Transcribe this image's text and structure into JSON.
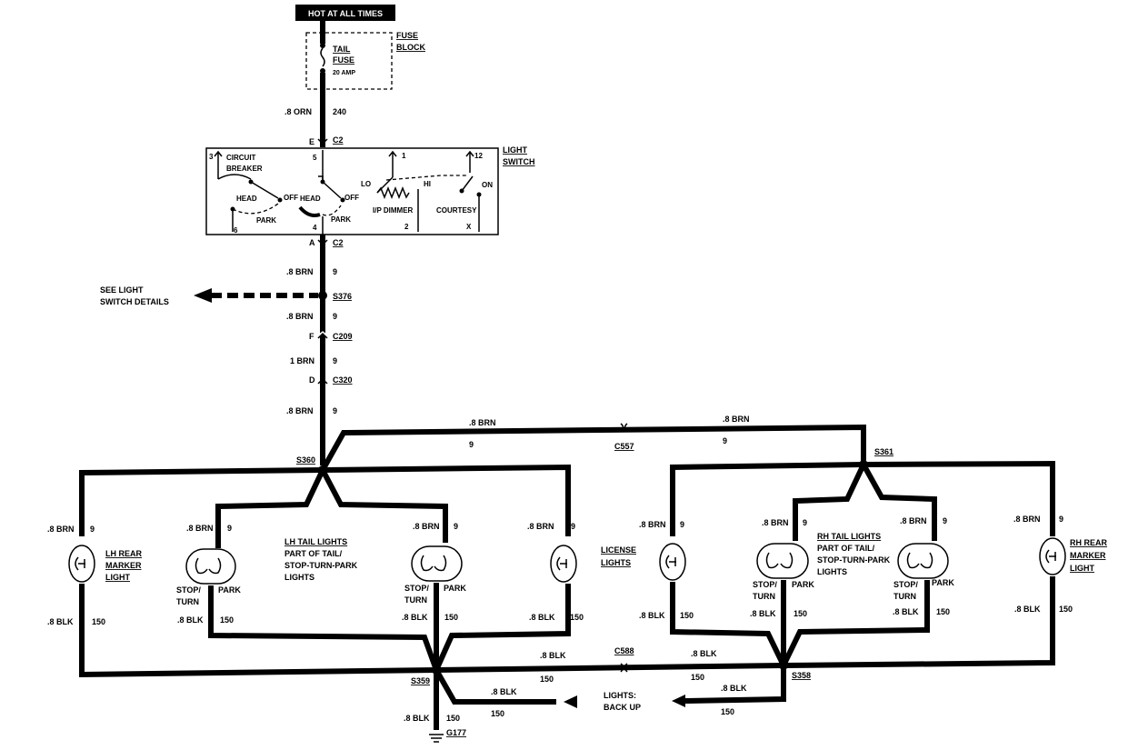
{
  "header": {
    "hot": "HOT AT ALL TIMES"
  },
  "fuse_block": {
    "line1": "FUSE",
    "line2": "BLOCK",
    "fuse_line1": "TAIL",
    "fuse_line2": "FUSE",
    "fuse_rating": "20 AMP"
  },
  "feed": {
    "wire": ".8 ORN",
    "circuit": "240",
    "pin_e": "E",
    "conn": "C2"
  },
  "light_switch": {
    "line1": "LIGHT",
    "line2": "SWITCH",
    "cb_line1": "CIRCUIT",
    "cb_line2": "BREAKER",
    "head1": "HEAD",
    "off1": "OFF",
    "park1": "PARK",
    "head2": "HEAD",
    "off2": "OFF",
    "park2": "PARK",
    "lo": "LO",
    "hi": "HI",
    "dimmer": "I/P DIMMER",
    "courtesy": "COURTESY",
    "on": "ON",
    "p3": "3",
    "p5": "5",
    "p1": "1",
    "p12": "12",
    "p6": "6",
    "p4": "4",
    "p2": "2",
    "px": "X",
    "pin_a": "A",
    "conn": "C2"
  },
  "trunk": {
    "w1": ".8 BRN",
    "c1": "9",
    "see_line1": "SEE LIGHT",
    "see_line2": "SWITCH DETAILS",
    "splice1": "S376",
    "w2": ".8 BRN",
    "c2": "9",
    "pin_f": "F",
    "conn_f": "C209",
    "w3": "1 BRN",
    "c3": "9",
    "pin_d": "D",
    "conn_d": "C320",
    "w4": ".8 BRN",
    "c4": "9"
  },
  "cross": {
    "w_left": ".8 BRN",
    "c_left": "9",
    "conn": "C557",
    "w_right": ".8 BRN",
    "c_right": "9"
  },
  "splices": {
    "s360": "S360",
    "s361": "S361",
    "s359": "S359",
    "s358": "S358",
    "ground": "G177"
  },
  "lh_marker": {
    "w_top": ".8 BRN",
    "c_top": "9",
    "line1": "LH REAR",
    "line2": "MARKER",
    "line3": "LIGHT",
    "w_bot": ".8 BLK",
    "c_bot": "150"
  },
  "lh_tail1": {
    "w_top": ".8 BRN",
    "c_top": "9",
    "stop1": "STOP/",
    "stop2": "TURN",
    "park": "PARK",
    "w_bot": ".8 BLK",
    "c_bot": "150"
  },
  "lh_tail_text": {
    "line1": "LH TAIL LIGHTS",
    "line2": "PART OF TAIL/",
    "line3": "STOP-TURN-PARK",
    "line4": "LIGHTS"
  },
  "lh_tail2": {
    "w_top": ".8 BRN",
    "c_top": "9",
    "stop1": "STOP/",
    "stop2": "TURN",
    "park": "PARK",
    "w_bot": ".8 BLK",
    "c_bot": "150"
  },
  "lic_left": {
    "w_top": ".8 BRN",
    "c_top": "9",
    "w_bot": ".8 BLK",
    "c_bot": "150"
  },
  "license": {
    "line1": "LICENSE",
    "line2": "LIGHTS"
  },
  "lic_right": {
    "w_top": ".8 BRN",
    "c_top": "9",
    "w_bot": ".8 BLK",
    "c_bot": "150"
  },
  "rh_tail1": {
    "w_top": ".8 BRN",
    "c_top": "9",
    "stop1": "STOP/",
    "stop2": "TURN",
    "park": "PARK",
    "w_bot": ".8 BLK",
    "c_bot": "150"
  },
  "rh_tail_text": {
    "line1": "RH TAIL LIGHTS",
    "line2": "PART OF TAIL/",
    "line3": "STOP-TURN-PARK",
    "line4": "LIGHTS"
  },
  "rh_tail2": {
    "w_top": ".8 BRN",
    "c_top": "9",
    "stop1": "STOP/",
    "stop2": "TURN",
    "park": "PARK",
    "w_bot": ".8 BLK",
    "c_bot": "150"
  },
  "rh_marker": {
    "w_top": ".8 BRN",
    "c_top": "9",
    "line1": "RH REAR",
    "line2": "MARKER",
    "line3": "LIGHT",
    "w_bot": ".8 BLK",
    "c_bot": "150"
  },
  "ground_bus": {
    "w1": ".8 BLK",
    "c1": "150",
    "conn": "C588",
    "w2": ".8 BLK",
    "c2": "150",
    "backup_line1": "LIGHTS:",
    "backup_line2": "BACK UP",
    "w3": ".8 BLK",
    "c3": "150",
    "w4": ".8 BLK",
    "c4": "150",
    "gw": ".8 BLK",
    "gc": "150"
  }
}
